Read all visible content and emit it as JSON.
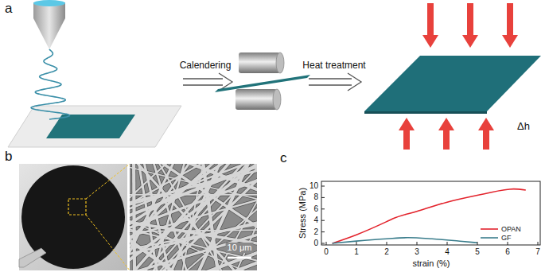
{
  "diagram": {
    "labels": [
      "a",
      "Calendering",
      "Heat treatment",
      "Δh",
      "b",
      "10 μm",
      "c",
      "Stress (MPa)",
      "0",
      "2",
      "4",
      "6",
      "8",
      "10",
      "0",
      "1",
      "2",
      "3",
      "4",
      "5",
      "6",
      "7",
      "strain (%)"
    ],
    "legend": [
      {
        "text": "OPAN"
      },
      {
        "text": "GF"
      }
    ]
  }
}
